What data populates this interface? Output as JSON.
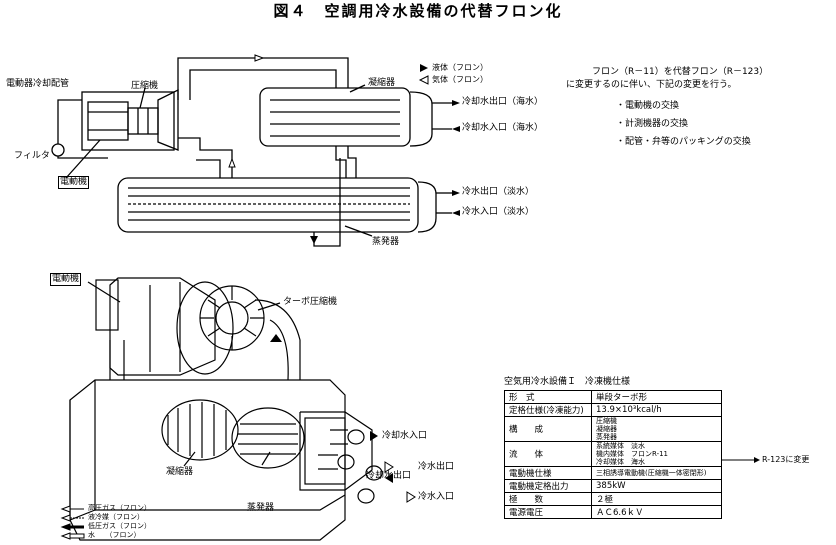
{
  "title": "図４　空調用冷水設備の代替フロン化",
  "top_diagram": {
    "label_motor_cooling_pipe": "電動器冷却配管",
    "label_compressor": "圧縮機",
    "label_filter": "フィルタ",
    "label_motor": "電動機",
    "label_condenser": "凝縮器",
    "label_evaporator": "蒸発器",
    "label_cw_out_sea": "冷却水出口（海水）",
    "label_cw_in_sea": "冷却水入口（海水）",
    "label_chw_out": "冷水出口（淡水）",
    "label_chw_in": "冷水入口（淡水）",
    "legend_liquid": "液体（フロン）",
    "legend_gas": "気体（フロン）"
  },
  "notes": {
    "line1": "フロン（R－11）を代替フロン（R－123）",
    "line2": "に変更するのに伴い、下記の変更を行う。",
    "items": [
      "・電動機の交換",
      "・計測機器の交換",
      "・配管・弁等のパッキングの交換"
    ]
  },
  "bottom_diagram": {
    "label_motor": "電動機",
    "label_turbo": "ターボ圧縮機",
    "label_cw_in": "冷却水入口",
    "label_chw_out": "冷水出口",
    "label_cw_out": "冷却水出口",
    "label_chw_in": "冷水入口",
    "label_condenser": "凝縮器",
    "label_evaporator": "蒸発器",
    "legend": [
      "高圧ガス（フロン）",
      "液冷媒（フロン）",
      "低圧ガス（フロン）",
      "水　　（フロン）"
    ]
  },
  "spec_table": {
    "caption": "空気用冷水設備Ｉ　冷凍機仕様",
    "rows": [
      {
        "key": "形　式",
        "value": "単段ターボ形"
      },
      {
        "key": "定格仕様(冷凍能力)",
        "value": "13.9×10³kcal/h"
      },
      {
        "key": "構　　成",
        "value": "圧縮機\n凝縮器\n蒸発器"
      },
      {
        "key": "流　　体",
        "value": "系統媒体　淡水\n機内媒体　フロンR-11\n冷却媒体　海水"
      },
      {
        "key": "電動機仕様",
        "value": "三相誘導電動機(圧縮機一体密閉形)"
      },
      {
        "key": "電動機定格出力",
        "value": "385kW"
      },
      {
        "key": "極　　数",
        "value": "２極"
      },
      {
        "key": "電源電圧",
        "value": "ＡＣ6.6ｋＶ"
      }
    ],
    "change_note": "R-123に変更"
  }
}
